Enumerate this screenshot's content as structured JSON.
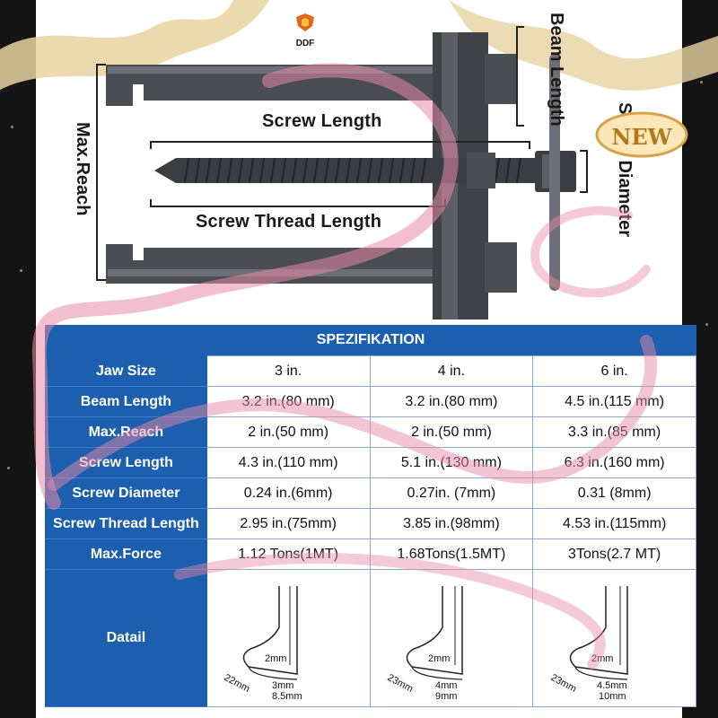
{
  "brand": {
    "logo_text": "DDF"
  },
  "badge": {
    "label": "NEW"
  },
  "diagram": {
    "beam_length_label": "Beam Length",
    "screw_length_label": "Screw Length",
    "screw_diameter_label": "Screw Diameter",
    "screw_thread_length_label": "Screw Thread Length",
    "max_reach_label": "Max.Reach"
  },
  "spec": {
    "title": "SPEZIFIKATION",
    "header_label": "Jaw Size",
    "columns": [
      "3 in.",
      "4 in.",
      "6 in."
    ],
    "rows": [
      {
        "label": "Beam Length",
        "values": [
          "3.2 in.(80 mm)",
          "3.2 in.(80 mm)",
          "4.5 in.(115 mm)"
        ]
      },
      {
        "label": "Max.Reach",
        "values": [
          "2 in.(50 mm)",
          "2 in.(50 mm)",
          "3.3 in.(85 mm)"
        ]
      },
      {
        "label": "Screw Length",
        "values": [
          "4.3 in.(110 mm)",
          "5.1 in.(130 mm)",
          "6.3 in.(160 mm)"
        ]
      },
      {
        "label": "Screw Diameter",
        "values": [
          "0.24 in.(6mm)",
          "0.27in. (7mm)",
          "0.31 (8mm)"
        ]
      },
      {
        "label": "Screw Thread Length",
        "values": [
          "2.95 in.(75mm)",
          "3.85 in.(98mm)",
          "4.53 in.(115mm)"
        ]
      },
      {
        "label": "Max.Force",
        "values": [
          "1.12 Tons(1MT)",
          "1.68Tons(1.5MT)",
          "3Tons(2.7 MT)"
        ]
      }
    ],
    "detail_label": "Datail",
    "details": [
      {
        "side": "22mm",
        "thickness": "2mm",
        "tip": "3mm",
        "width": "8.5mm"
      },
      {
        "side": "23mm",
        "thickness": "2mm",
        "tip": "4mm",
        "width": "9mm"
      },
      {
        "side": "23mm",
        "thickness": "2mm",
        "tip": "4.5mm",
        "width": "10mm"
      }
    ]
  },
  "colors": {
    "table_blue": "#1b5fae",
    "ribbon_pink": "#e88aa8",
    "frame_gold": "#c9a24a"
  }
}
